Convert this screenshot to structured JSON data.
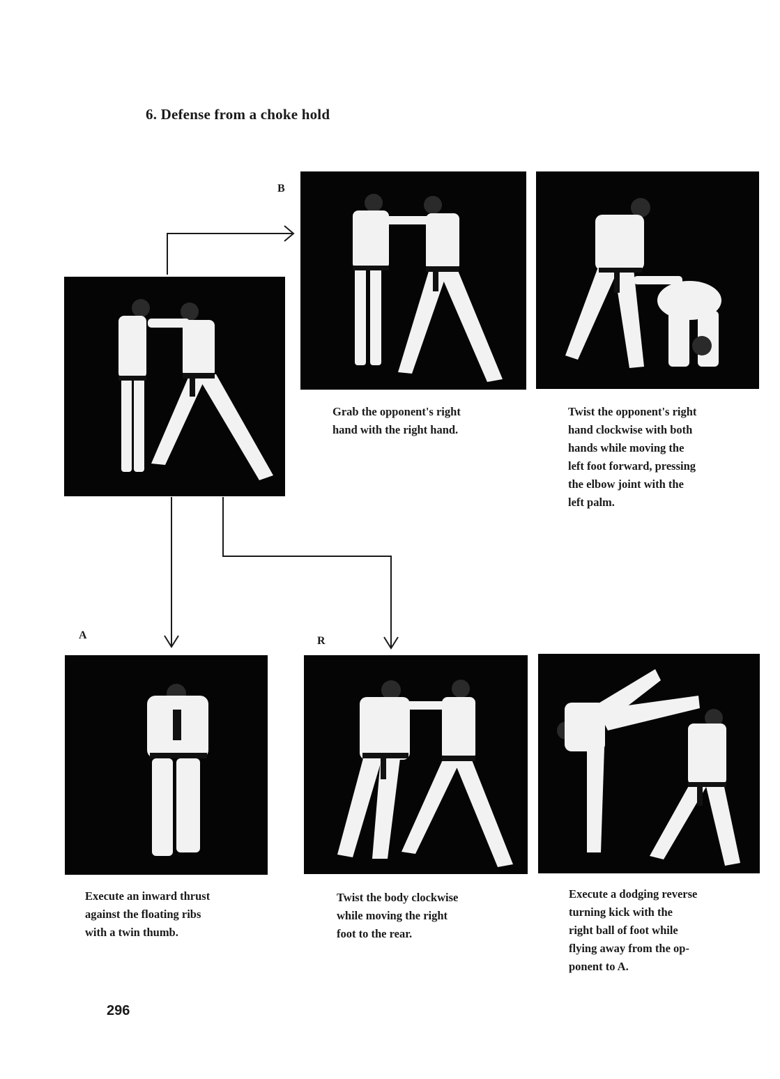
{
  "heading": "6. Defense from a choke hold",
  "labels": {
    "branch_b": "B",
    "branch_a": "A",
    "branch_r": "R"
  },
  "photos": {
    "start": "choke-hold-start-photo",
    "b1": "grab-right-hand-photo",
    "b2": "twist-and-press-elbow-photo",
    "a1": "inward-thrust-photo",
    "r1": "twist-body-clockwise-photo",
    "r2": "reverse-turning-kick-photo"
  },
  "captions": {
    "b1": "Grab the opponent's right\nhand with the right hand.",
    "b2": "Twist the opponent's right\nhand clockwise with both\nhands while moving the\nleft foot forward, pressing\nthe elbow joint with the\nleft palm.",
    "a1": "Execute an inward thrust\nagainst the floating ribs\nwith a twin thumb.",
    "r1": "Twist the body clockwise\nwhile moving the right\nfoot to the rear.",
    "r2": "Execute a dodging reverse\nturning kick with the\nright ball of foot while\nflying away from the op-\nponent to A."
  },
  "page_number": "296",
  "colors": {
    "photo_bg": "#050505",
    "uniform": "#f2f2f2",
    "belt": "#111111",
    "ink": "#1a1a1a"
  }
}
